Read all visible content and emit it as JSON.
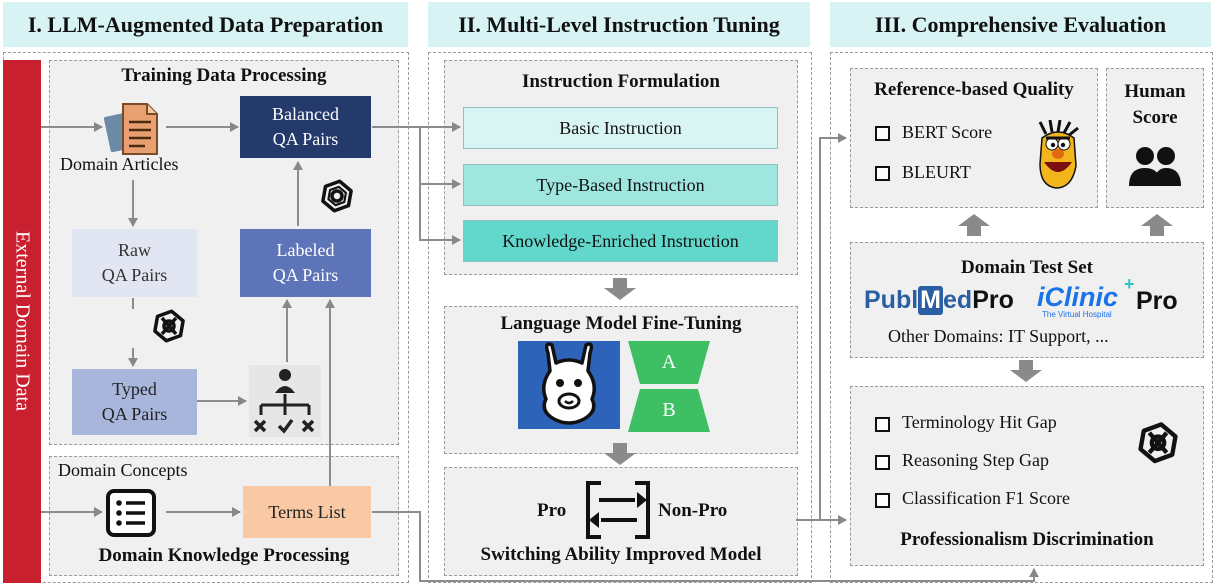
{
  "sections": {
    "s1": "I. LLM-Augmented Data Preparation",
    "s2": "II. Multi-Level Instruction Tuning",
    "s3": "III. Comprehensive Evaluation"
  },
  "side_label": "External Domain Data",
  "prep": {
    "training_title": "Training Data Processing",
    "domain_articles": "Domain Articles",
    "balanced_1": "Balanced",
    "balanced_2": "QA Pairs",
    "raw_1": "Raw",
    "raw_2": "QA Pairs",
    "labeled_1": "Labeled",
    "labeled_2": "QA Pairs",
    "typed_1": "Typed",
    "typed_2": "QA Pairs",
    "domain_concepts": "Domain Concepts",
    "terms_list": "Terms List",
    "knowledge_title": "Domain Knowledge Processing"
  },
  "tuning": {
    "instr_title": "Instruction Formulation",
    "basic": "Basic Instruction",
    "type_based": "Type-Based Instruction",
    "knowledge": "Knowledge-Enriched Instruction",
    "finetune_title": "Language Model Fine-Tuning",
    "adapter_a": "A",
    "adapter_b": "B",
    "pro": "Pro",
    "non_pro": "Non-Pro",
    "switch_title": "Switching Ability Improved Model"
  },
  "evaluation": {
    "ref_title": "Reference-based Quality",
    "bert": "BERT Score",
    "bleurt": "BLEURT",
    "human_1": "Human",
    "human_2": "Score",
    "testset_title": "Domain Test Set",
    "pubmed_a": "Publ",
    "pubmed_b": "ed",
    "pubmed_pro": "Pro",
    "iclinic": "iClinic",
    "iclinic_sub": "The Virtual Hospital",
    "iclinic_pro": "Pro",
    "other_domains": "Other Domains: IT Support, ...",
    "term_gap": "Terminology Hit Gap",
    "reason_gap": "Reasoning Step Gap",
    "f1": "Classification F1 Score",
    "prof_title": "Professionalism Discrimination"
  },
  "colors": {
    "header_bg": "#d8f3f3",
    "side_bar": "#c8202e",
    "balanced": "#243a6b",
    "labeled": "#5e74b8",
    "typed": "#a9b6dc",
    "raw": "#e2e6f2",
    "terms": "#f8c9a4",
    "basic": "#d9f5f3",
    "type_based": "#9ee6de",
    "knowledge": "#62d7cb",
    "adapter": "#3fbf64",
    "llama_bg": "#2d63b8"
  },
  "icons": [
    "document-icon",
    "chatgpt-icon",
    "hierarchy-classify-icon",
    "list-icon",
    "llama-icon",
    "switch-arrows-icon",
    "bert-muppet-icon",
    "people-icon"
  ]
}
